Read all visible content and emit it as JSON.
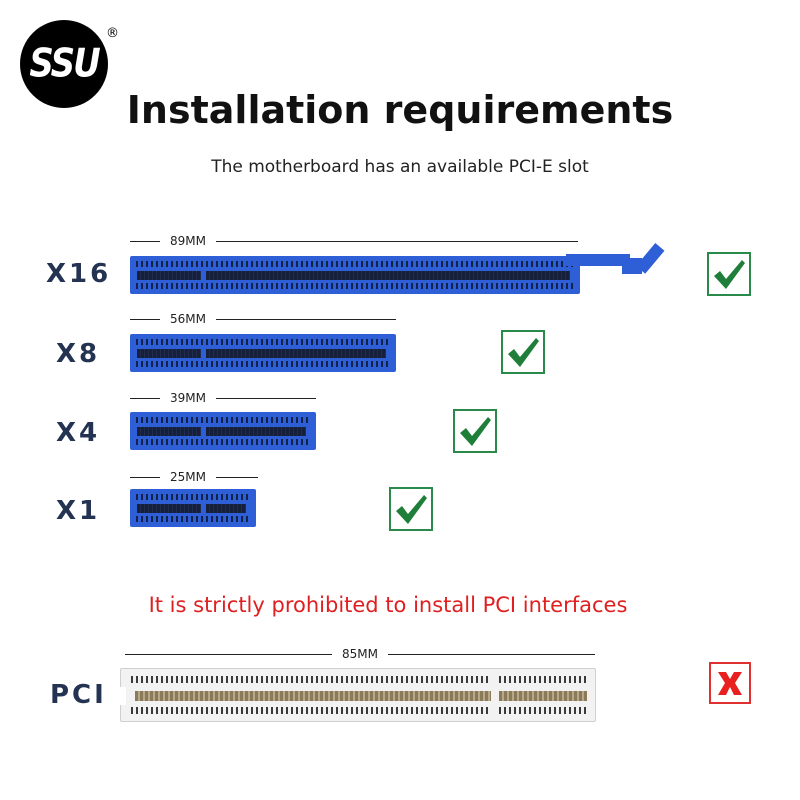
{
  "logo": {
    "text": "SSU",
    "registered": "®"
  },
  "header": {
    "title": "Installation requirements",
    "subtitle": "The motherboard has an available PCI-E slot"
  },
  "slots": [
    {
      "label": "X16",
      "length": "89MM",
      "status": "check-icon",
      "compatible": true,
      "color": "#2f5fd6"
    },
    {
      "label": "X8",
      "length": "56MM",
      "status": "check-icon",
      "compatible": true,
      "color": "#2f5fd6"
    },
    {
      "label": "X4",
      "length": "39MM",
      "status": "check-icon",
      "compatible": true,
      "color": "#2f5fd6"
    },
    {
      "label": "X1",
      "length": "25MM",
      "status": "check-icon",
      "compatible": true,
      "color": "#2f5fd6"
    }
  ],
  "warning": {
    "text": "It is strictly prohibited to install PCI interfaces",
    "color": "#e02020"
  },
  "pci": {
    "label": "PCI",
    "length": "85MM",
    "status": "x-icon",
    "compatible": false,
    "color": "#f2f2f2"
  },
  "colors": {
    "check_green": "#1f7f3a",
    "x_red": "#e82020",
    "label_navy": "#243352"
  }
}
